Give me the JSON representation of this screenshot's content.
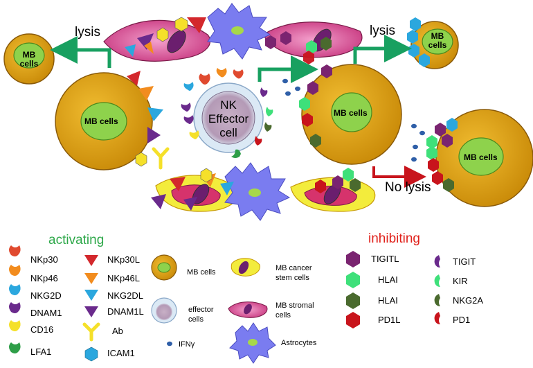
{
  "diagram": {
    "mb_cell_label": "MB cells",
    "nk_label": [
      "NK",
      "Effector",
      "cell"
    ],
    "lysis_left": "lysis",
    "lysis_right": "lysis",
    "no_lysis": "No lysis"
  },
  "legend": {
    "activating_header": "activating",
    "inhibiting_header": "inhibiting",
    "activating": [
      {
        "label": "NKp30",
        "icon": "receptor-icon",
        "color": "#e04a2f"
      },
      {
        "label": "NKp46",
        "icon": "receptor-icon",
        "color": "#f28c1e"
      },
      {
        "label": "NKG2D",
        "icon": "receptor-icon",
        "color": "#2ba7de"
      },
      {
        "label": "DNAM1",
        "icon": "receptor-icon",
        "color": "#6a2a8c"
      },
      {
        "label": "CD16",
        "icon": "receptor-icon",
        "color": "#f5e02a"
      },
      {
        "label": "LFA1",
        "icon": "receptor-icon",
        "color": "#2e9e48"
      }
    ],
    "ligands": [
      {
        "label": "NKp30L",
        "icon": "triangle-icon",
        "color": "#d3282c"
      },
      {
        "label": "NKp46L",
        "icon": "triangle-icon",
        "color": "#f28c1e"
      },
      {
        "label": "NKG2DL",
        "icon": "triangle-icon",
        "color": "#2ba7de"
      },
      {
        "label": "DNAM1L",
        "icon": "triangle-icon",
        "color": "#6a2a8c"
      },
      {
        "label": "Ab",
        "icon": "antibody-icon",
        "color": "#f5e02a"
      },
      {
        "label": "ICAM1",
        "icon": "hexagon-icon",
        "color": "#2ba7de"
      }
    ],
    "cells": {
      "mb_cells": "MB cells",
      "effector_cells": "effector cells",
      "ifn": "IFNγ",
      "stem": "MB cancer stem cells",
      "stromal": "MB stromal cells",
      "astro": "Astrocytes"
    },
    "inhibiting_ligands": [
      {
        "label": "TIGITL",
        "icon": "hexagon-icon",
        "color": "#7a2470"
      },
      {
        "label": "HLAI",
        "icon": "hexagon-icon",
        "color": "#3ee07a"
      },
      {
        "label": "HLAI",
        "icon": "hexagon-icon",
        "color": "#4a6a2e"
      },
      {
        "label": "PD1L",
        "icon": "hexagon-icon",
        "color": "#c8141c"
      }
    ],
    "inhibiting_receptors": [
      {
        "label": "TIGIT",
        "icon": "receptor-icon",
        "color": "#6a2a8c"
      },
      {
        "label": "KIR",
        "icon": "receptor-icon",
        "color": "#3ee07a"
      },
      {
        "label": "NKG2A",
        "icon": "receptor-icon",
        "color": "#4a6a2e"
      },
      {
        "label": "PD1",
        "icon": "receptor-icon",
        "color": "#c8141c"
      }
    ]
  },
  "colors": {
    "mb_cell": "#e0a414",
    "mb_nucleus": "#8ed24c",
    "nk_cell": "#b8d6ea",
    "green_arrow": "#18a060",
    "red_arrow": "#c8141c",
    "astrocyte": "#7a7cf0",
    "stromal": "#e06aa8",
    "stem": "#f3ec3c"
  }
}
